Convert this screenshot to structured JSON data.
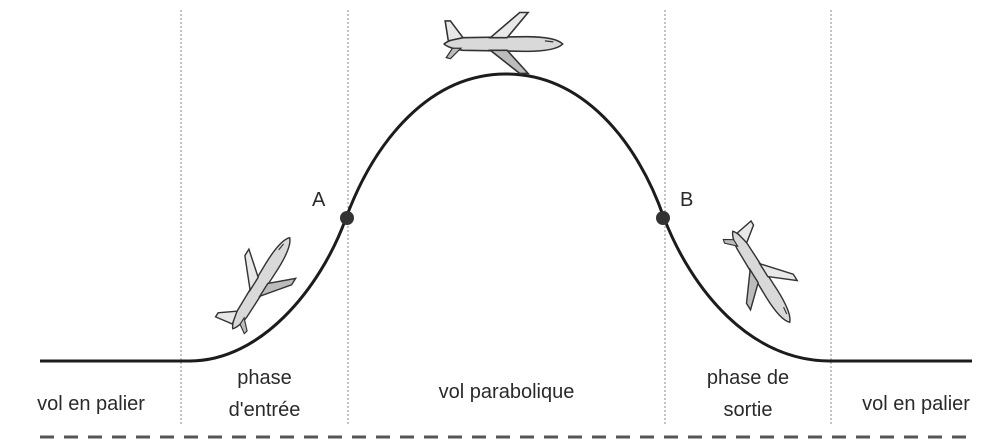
{
  "points": {
    "a": "A",
    "b": "B"
  },
  "phases": {
    "level_left": "vol en palier",
    "entry_line1": "phase",
    "entry_line2": "d'entrée",
    "parabolic": "vol parabolique",
    "exit_line1": "phase de",
    "exit_line2": "sortie",
    "level_right": "vol en palier"
  },
  "icons": [
    "airplane-icon",
    "airplane-icon",
    "airplane-icon"
  ],
  "colors": {
    "line": "#1c1c1c",
    "divider": "#8a8a8a",
    "plane": "#d9d9d9"
  }
}
